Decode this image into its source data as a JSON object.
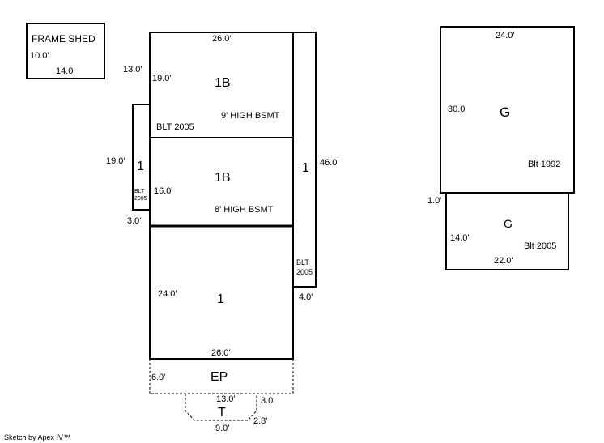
{
  "footer": "Sketch by Apex IV™",
  "frame_shed": {
    "label": "FRAME SHED",
    "dim_height": "10.0'",
    "dim_width": "14.0'"
  },
  "house": {
    "upper_1b": {
      "area": "1B",
      "dim_top": "26.0'",
      "dim_outer_left": "13.0'",
      "dim_inner_left": "19.0'",
      "note": "9' HIGH BSMT",
      "built": "BLT 2005"
    },
    "middle_1b": {
      "area": "1B",
      "dim_left": "16.0'",
      "note": "8' HIGH BSMT"
    },
    "left_addition": {
      "area": "1",
      "dim_left": "19.0'",
      "built_line1": "BLT",
      "built_line2": "2005",
      "dim_offset": "3.0'"
    },
    "right_addition": {
      "area": "1",
      "dim_right": "46.0'",
      "built_line1": "BLT",
      "built_line2": "2005",
      "dim_bottom": "4.0'"
    },
    "lower_1": {
      "area": "1",
      "dim_left": "24.0'",
      "dim_bottom": "26.0'"
    },
    "porch": {
      "area": "EP",
      "dim_left": "6.0'"
    },
    "terrace": {
      "area": "T",
      "dim_top": "13.0'",
      "dim_side": "3.0'",
      "dim_diag": "2.8'",
      "dim_bottom": "9.0'"
    }
  },
  "garage": {
    "main": {
      "area": "G",
      "dim_top": "24.0'",
      "dim_left": "30.0'",
      "built": "Blt 1992"
    },
    "addition": {
      "area": "G",
      "dim_offset": "1.0'",
      "dim_left": "14.0'",
      "dim_bottom": "22.0'",
      "built": "Blt 2005"
    }
  }
}
